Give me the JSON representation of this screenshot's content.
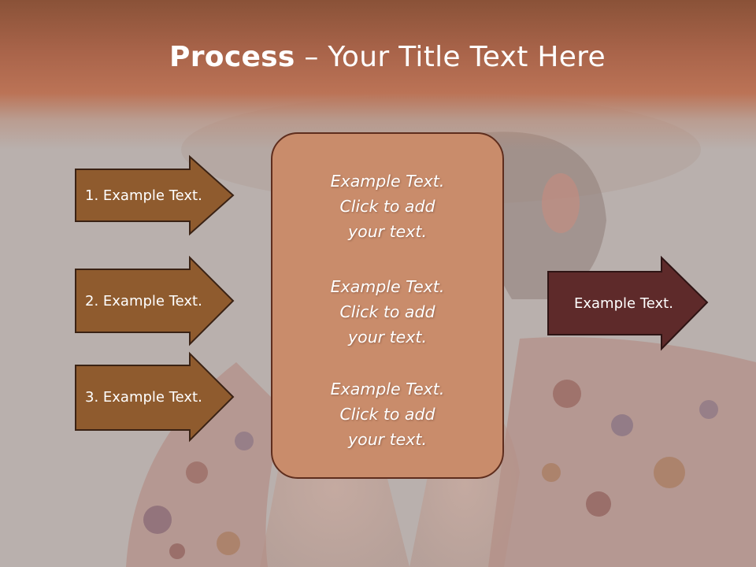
{
  "slide": {
    "title_bold": "Process",
    "title_rest": " – Your Title Text Here"
  },
  "left_arrows": [
    {
      "label": "1. Example Text."
    },
    {
      "label": "2. Example Text."
    },
    {
      "label": "3. Example Text."
    }
  ],
  "center_box": {
    "groups": [
      {
        "line1": "Example Text.",
        "line2": "Click  to add",
        "line3": "your text."
      },
      {
        "line1": "Example Text.",
        "line2": "Click  to add",
        "line3": "your text."
      },
      {
        "line1": "Example Text.",
        "line2": "Click  to add",
        "line3": "your text."
      }
    ]
  },
  "right_arrow": {
    "label": "Example Text."
  },
  "colors": {
    "left_arrow_fill": "#8f5b2e",
    "left_arrow_stroke": "#3a2214",
    "center_box_fill": "#c98c6b",
    "right_arrow_fill": "#5e2a2a",
    "header": "#b26a4f"
  }
}
